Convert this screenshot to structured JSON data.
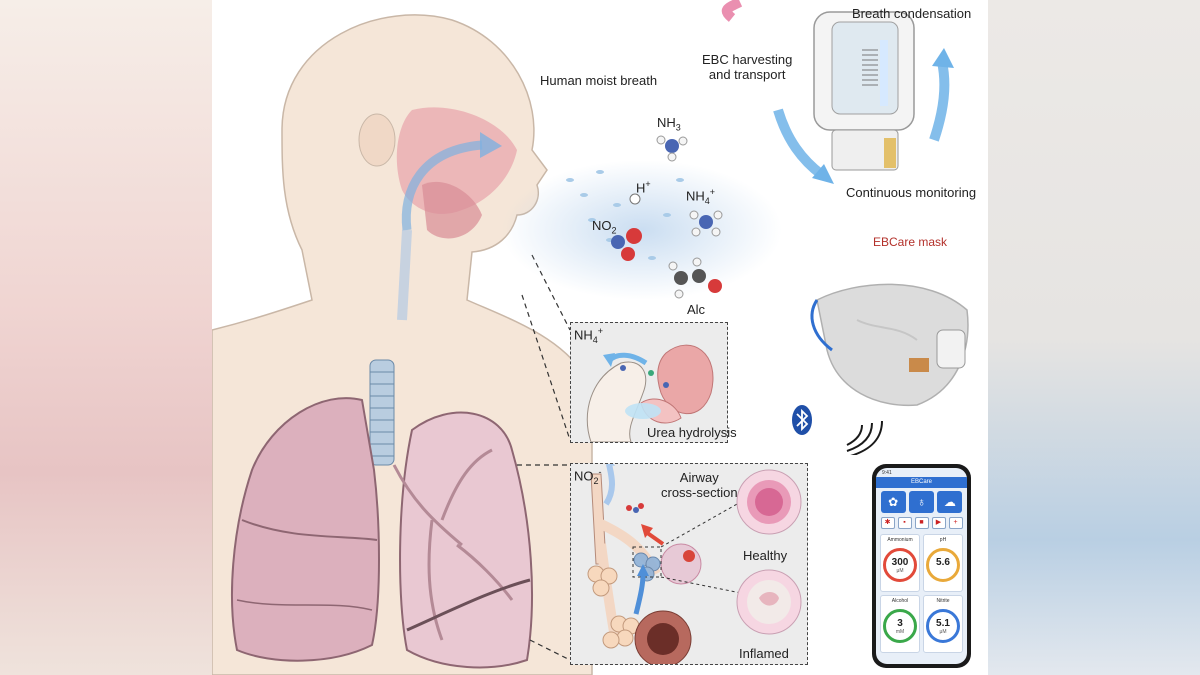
{
  "labels": {
    "breath_condensation": "Breath condensation",
    "ebc_harvesting_1": "EBC harvesting",
    "ebc_harvesting_2": "and transport",
    "human_moist_breath": "Human moist breath",
    "continuous_monitoring": "Continuous monitoring",
    "ebcare_mask": "EBCare mask",
    "urea_hydrolysis": "Urea hydrolysis",
    "airway_1": "Airway",
    "airway_2": "cross-section",
    "healthy": "Healthy",
    "inflamed": "Inflamed",
    "alc": "Alc"
  },
  "molecules": {
    "nh3_main": "NH",
    "nh3_sub": "3",
    "h_main": "H",
    "h_sup": "+",
    "nh4_main": "NH",
    "nh4_sub": "4",
    "nh4_sup": "+",
    "no2_main": "NO",
    "no2_sub": "2"
  },
  "inset_labels": {
    "nh4_main": "NH",
    "nh4_sub": "4",
    "nh4_sup": "+",
    "no2_main": "NO",
    "no2_sub": "2",
    "no2_sup": "-"
  },
  "phone": {
    "status_time": "9:41",
    "app_title": "EBCare",
    "gauges": [
      {
        "title": "Ammonium",
        "value": "300",
        "unit": "μM",
        "color": "#e24a3a"
      },
      {
        "title": "pH",
        "value": "5.6",
        "unit": "",
        "color": "#e9a93a"
      },
      {
        "title": "Alcohol",
        "value": "3",
        "unit": "mM",
        "color": "#3aa84a"
      },
      {
        "title": "Nitrite",
        "value": "5.1",
        "unit": "μM",
        "color": "#3a78d8"
      }
    ]
  },
  "icons": [
    "bluetooth-icon",
    "wireless-signal-icon",
    "lungs-icon",
    "wine-glass-icon",
    "cloud-icon"
  ],
  "colors": {
    "lung": "#d9a8b4",
    "trachea": "#b9cde0",
    "mist": "#9fc2e6",
    "flow_arrow": "#6fb3e8",
    "label_red": "#b3302a"
  }
}
